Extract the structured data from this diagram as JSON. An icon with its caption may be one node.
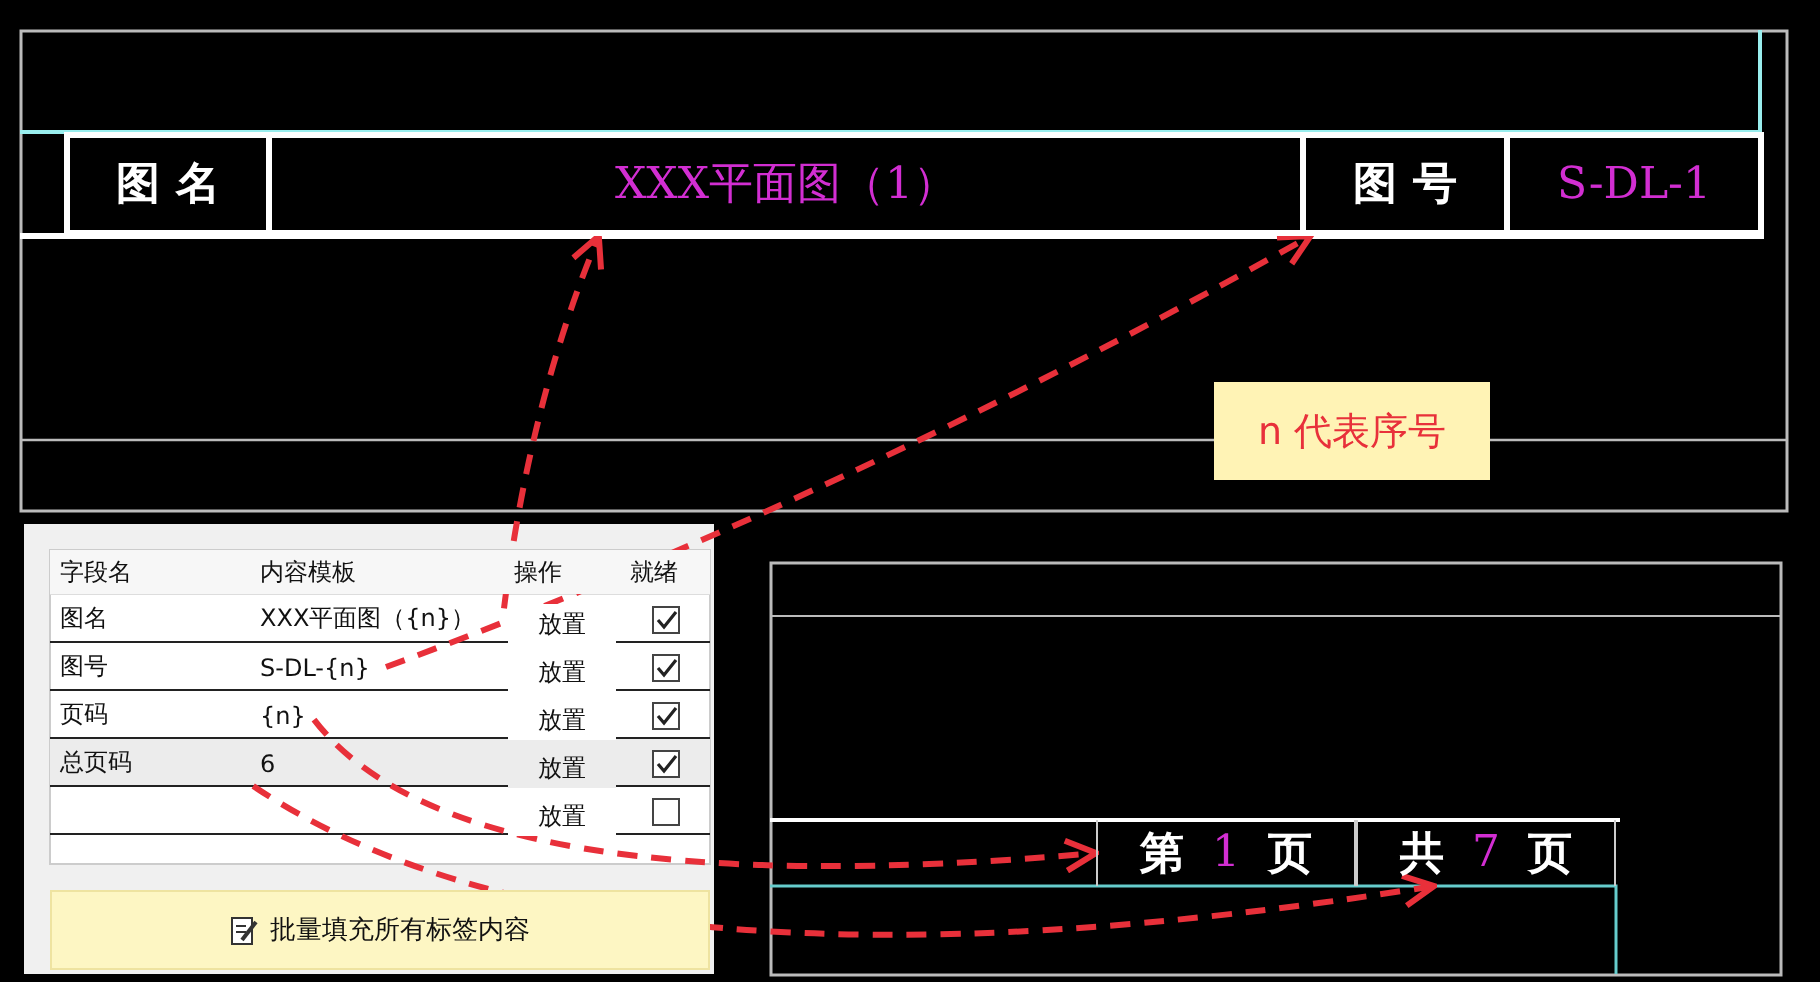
{
  "diagram": {
    "nodes": [
      {
        "text": [
          "图 名"
        ]
      },
      {
        "text": [
          "XXX平面图（1）"
        ]
      },
      {
        "text": [
          "图 号"
        ]
      },
      {
        "text": [
          "S-DL-1"
        ]
      },
      {
        "text": [
          "n 代表序号"
        ]
      },
      {
        "text": [
          "XXX平面图（{n}）"
        ]
      },
      {
        "text": [
          "S-DL-{n}"
        ]
      },
      {
        "text": [
          "{n}"
        ]
      },
      {
        "text": [
          "6"
        ]
      },
      {
        "text": [
          "第",
          "1",
          "页"
        ]
      },
      {
        "text": [
          "共",
          "7",
          "页"
        ]
      }
    ],
    "edges": [
      {
        "from": 5,
        "to": 1,
        "arrow": "to",
        "style": "dashed"
      },
      {
        "from": 6,
        "to": 2,
        "arrow": "to",
        "style": "dashed"
      },
      {
        "from": 7,
        "to": 9,
        "arrow": "to",
        "style": "dashed"
      },
      {
        "from": 8,
        "to": 10,
        "arrow": "to",
        "style": "dashed"
      }
    ],
    "labels": [
      "字段名",
      "内容模板",
      "操作",
      "就绪",
      "图名",
      "放置",
      "图号",
      "放置",
      "页码",
      "放置",
      "总页码",
      "放置",
      "放置",
      "批量填充所有标签内容"
    ]
  }
}
